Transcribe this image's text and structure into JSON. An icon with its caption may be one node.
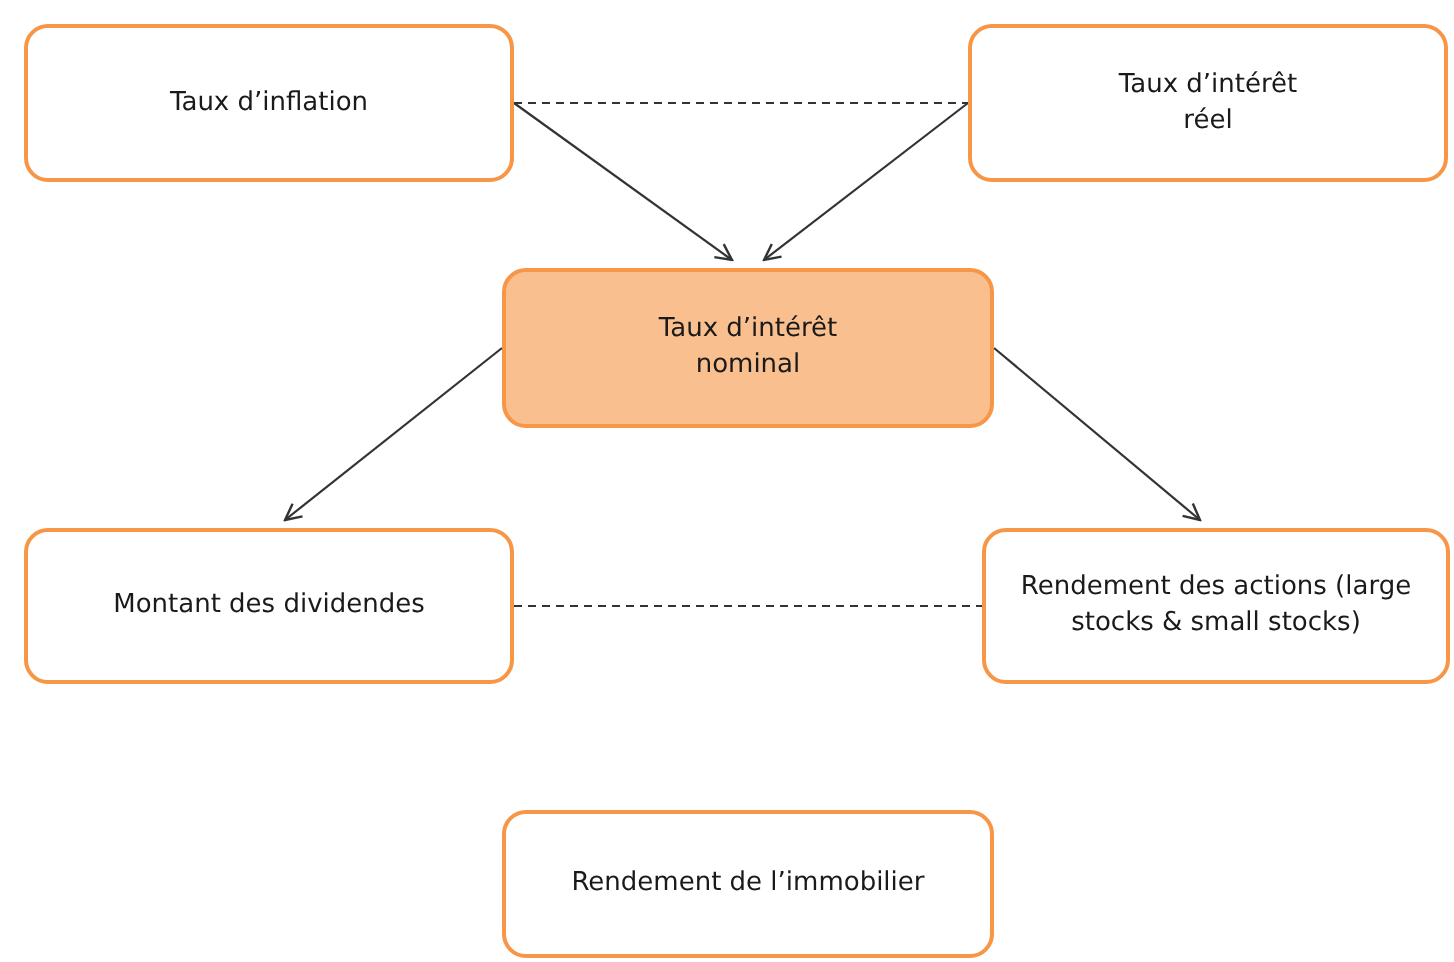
{
  "diagram": {
    "nodes": [
      {
        "text": [
          "Taux d’inflation"
        ]
      },
      {
        "text": [
          "Taux d’intérêt réel"
        ]
      },
      {
        "text": [
          "Taux d’intérêt nominal"
        ]
      },
      {
        "text": [
          "Montant des dividendes"
        ]
      },
      {
        "text": [
          "Rendement des actions (large stocks & small stocks)"
        ]
      },
      {
        "text": [
          "Rendement de l’immobilier"
        ]
      }
    ],
    "edges": [
      {
        "from": 0,
        "to": 1,
        "arrow": "none",
        "style": "dashed"
      },
      {
        "from": 0,
        "to": 2,
        "arrow": "to"
      },
      {
        "from": 1,
        "to": 2,
        "arrow": "to"
      },
      {
        "from": 2,
        "to": 3,
        "arrow": "to"
      },
      {
        "from": 2,
        "to": 4,
        "arrow": "to"
      },
      {
        "from": 3,
        "to": 4,
        "arrow": "none",
        "style": "dashed"
      }
    ]
  }
}
